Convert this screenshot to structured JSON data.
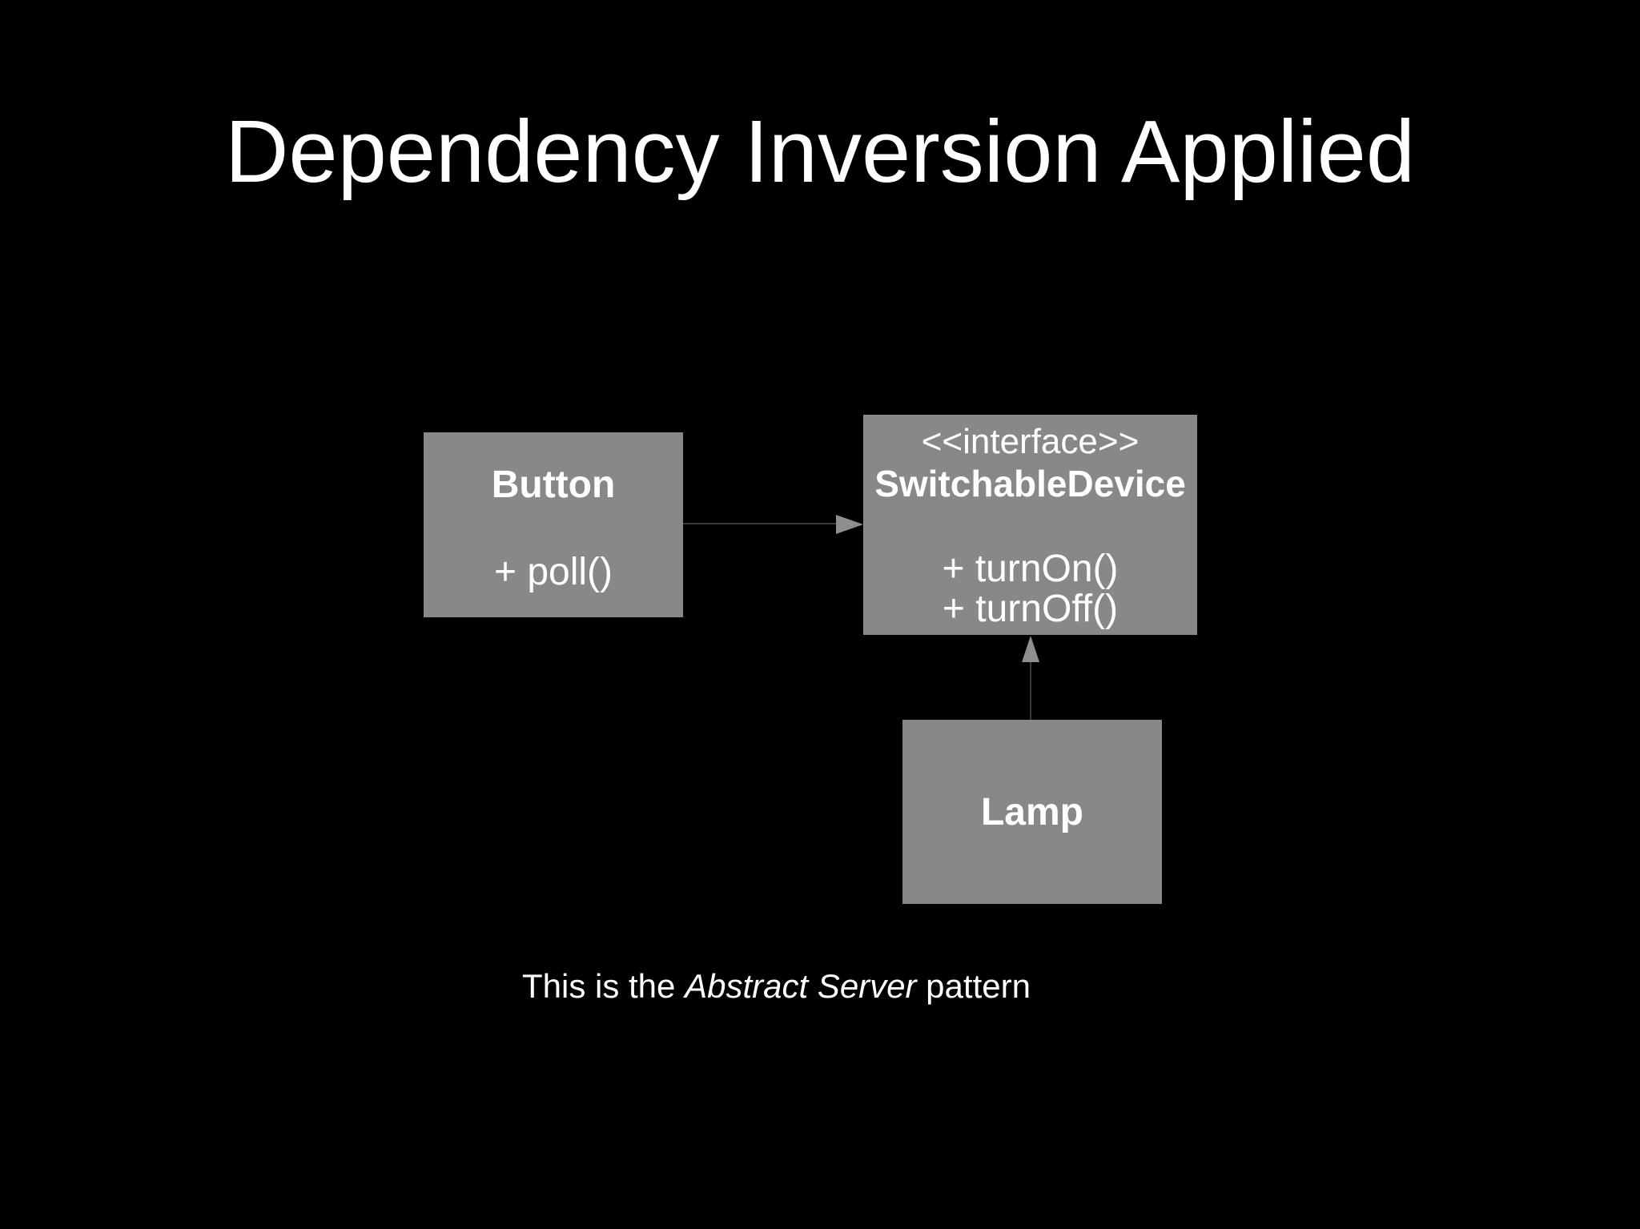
{
  "slide": {
    "title": "Dependency Inversion Applied",
    "caption": {
      "prefix": "This is the ",
      "emphasis": "Abstract Server",
      "suffix": " pattern"
    }
  },
  "diagram": {
    "classes": [
      {
        "id": "button",
        "name": "Button",
        "stereotype": "",
        "methods": [
          "+ poll()"
        ]
      },
      {
        "id": "switchable-device",
        "name": "SwitchableDevice",
        "stereotype": "<<interface>>",
        "methods": [
          "+ turnOn()",
          "+ turnOff()"
        ]
      },
      {
        "id": "lamp",
        "name": "Lamp",
        "stereotype": "",
        "methods": []
      }
    ],
    "relations": [
      {
        "from": "Button",
        "to": "SwitchableDevice",
        "type": "dependency-arrow"
      },
      {
        "from": "Lamp",
        "to": "SwitchableDevice",
        "type": "realization-arrow"
      }
    ],
    "colors": {
      "background": "#000000",
      "box_fill": "#888888",
      "text": "#ffffff",
      "line": "#3a3a3a",
      "arrowhead": "#8e8e8e"
    }
  }
}
